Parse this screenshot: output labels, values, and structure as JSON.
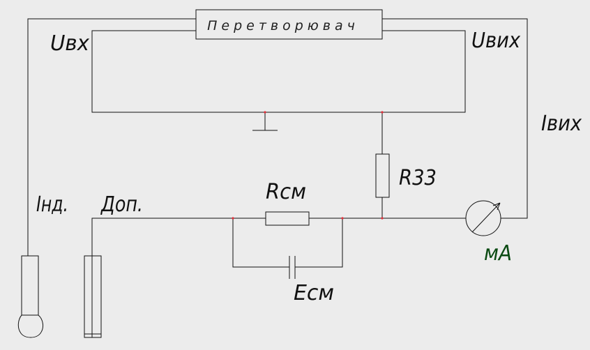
{
  "diagram": {
    "block_title": "Перетворювач",
    "labels": {
      "u_in": "Uвх",
      "u_out": "Uвих",
      "i_out": "Iвих",
      "r_fb": "R33",
      "r_bias": "Rсм",
      "e_bias": "Eсм",
      "meter": "мА",
      "probe_ind": "Інд.",
      "probe_aux": "Доп."
    },
    "colors": {
      "wire": "#111111",
      "node": "#e0303a",
      "meter_label": "#0a4a12",
      "background": "#ececec"
    }
  }
}
